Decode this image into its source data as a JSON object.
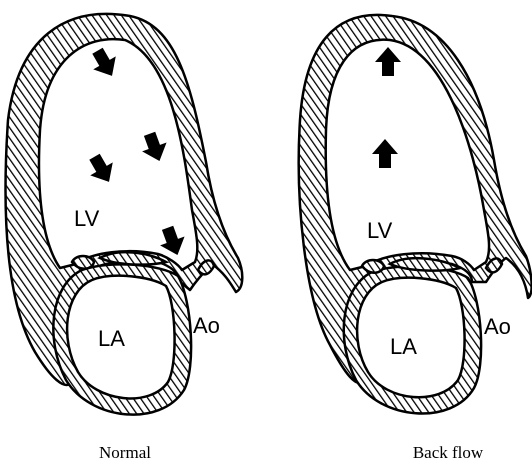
{
  "panels": [
    {
      "caption": "Normal",
      "labels": {
        "lv": "LV",
        "la": "LA",
        "ao": "Ao"
      },
      "flow": "normal"
    },
    {
      "caption": "Back flow",
      "labels": {
        "lv": "LV",
        "la": "LA",
        "ao": "Ao"
      },
      "flow": "back"
    }
  ],
  "colors": {
    "ink": "#000000",
    "background": "#ffffff"
  },
  "icons": {
    "flow_arrow": "arrow-icon",
    "wall_fill": "diagonal-hatch"
  }
}
